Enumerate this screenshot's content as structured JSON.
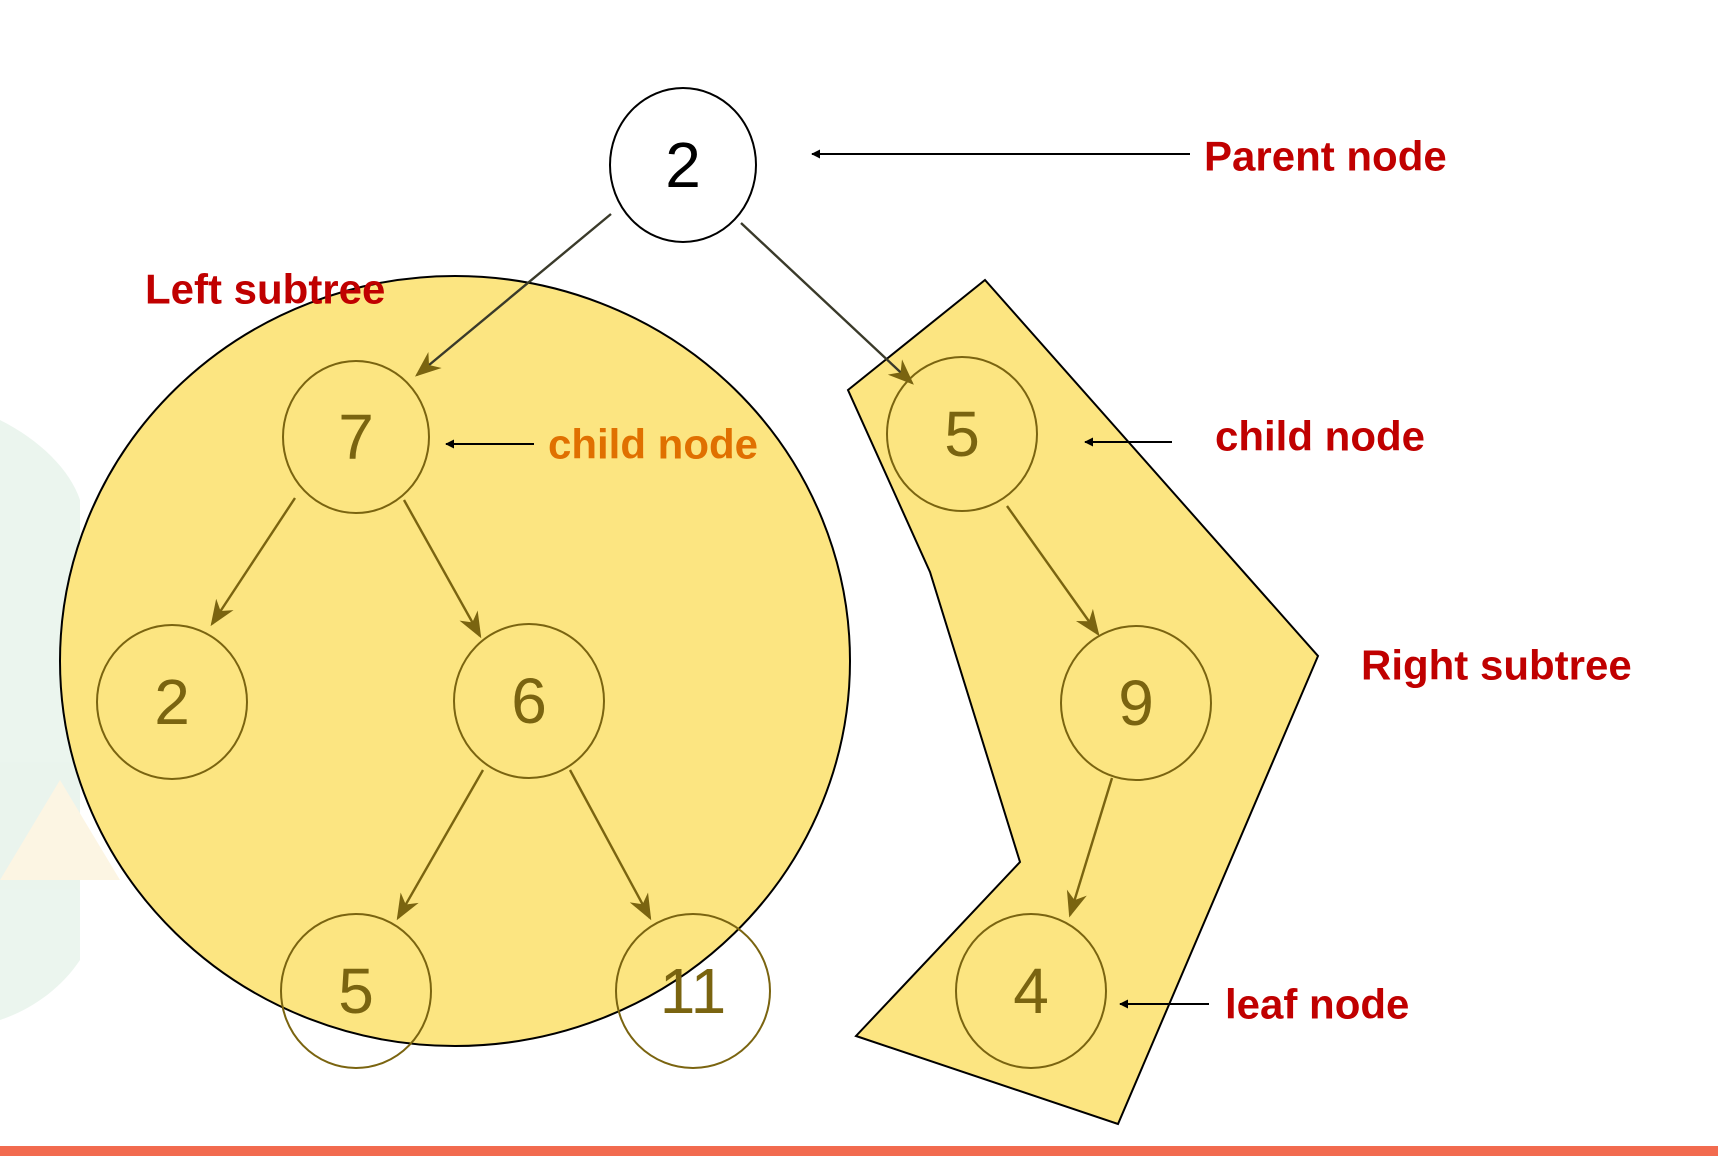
{
  "colors": {
    "region_fill": "#fce581",
    "region_stroke": "#000000",
    "node_inside": "#7a6410",
    "node_root": "#000000",
    "label_red": "#c00000",
    "label_orange": "#e07000",
    "bottom_bar": "#f26b4f"
  },
  "tree": {
    "root": "2",
    "left": {
      "value": "7",
      "left": "2",
      "right": {
        "value": "6",
        "left": "5",
        "right": "11"
      }
    },
    "right": {
      "value": "5",
      "right": {
        "value": "9",
        "left": "4"
      }
    }
  },
  "labels": {
    "parent_node": "Parent node",
    "left_subtree": "Left subtree",
    "child_node_left": "child node",
    "child_node_right": "child node",
    "right_subtree": "Right subtree",
    "leaf_node": "leaf node"
  }
}
